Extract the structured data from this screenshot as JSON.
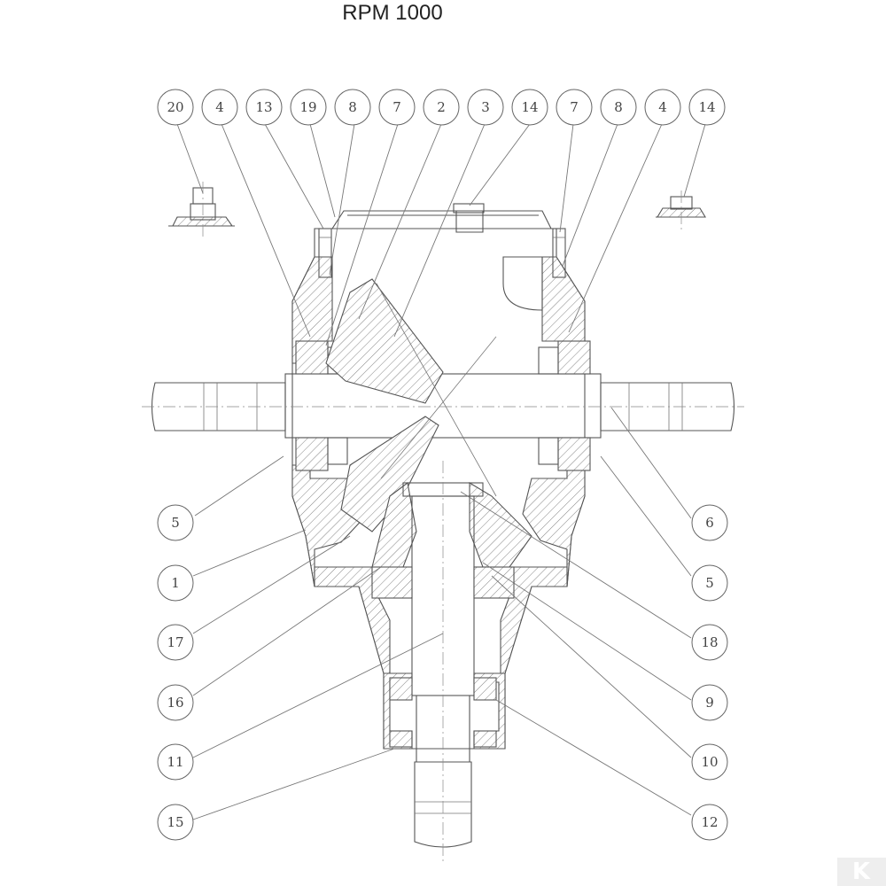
{
  "title": "RPM 1000",
  "callouts_top": [
    "20",
    "4",
    "13",
    "19",
    "8",
    "7",
    "2",
    "3",
    "14",
    "7",
    "8",
    "4",
    "14"
  ],
  "callouts_left": [
    "5",
    "1",
    "17",
    "16",
    "11",
    "15"
  ],
  "callouts_right": [
    "6",
    "5",
    "18",
    "9",
    "10",
    "12"
  ],
  "logo_text": "K"
}
